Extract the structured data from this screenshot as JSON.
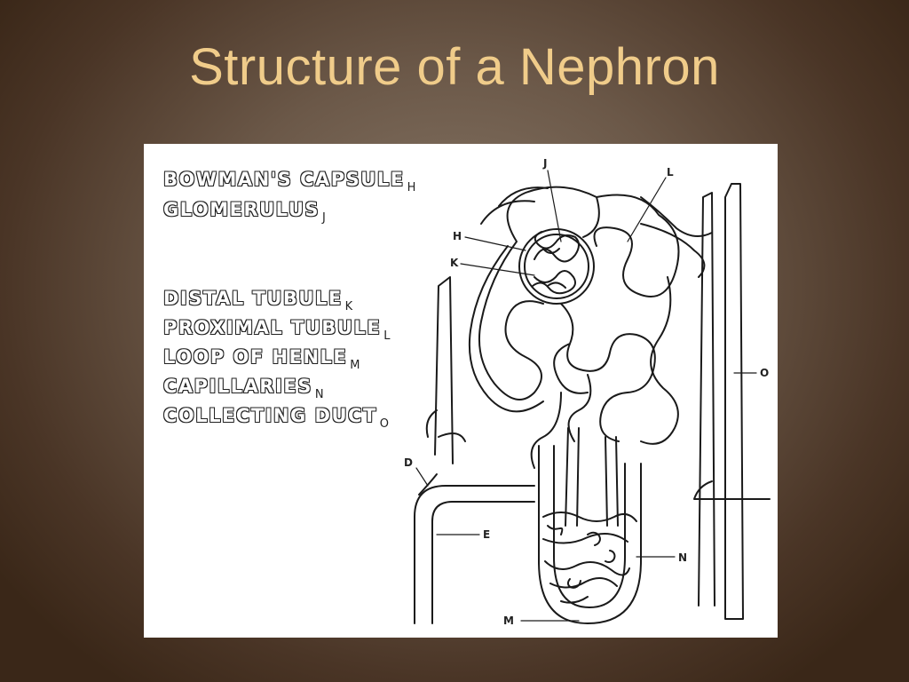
{
  "title": "Structure of a Nephron",
  "legend": [
    {
      "name": "BOWMAN'S CAPSULE",
      "letter": "H"
    },
    {
      "name": "GLOMERULUS",
      "letter": "J"
    },
    {
      "name": "DISTAL TUBULE",
      "letter": "K"
    },
    {
      "name": "PROXIMAL TUBULE",
      "letter": "L"
    },
    {
      "name": "LOOP OF HENLE",
      "letter": "M"
    },
    {
      "name": "CAPILLARIES",
      "letter": "N"
    },
    {
      "name": "COLLECTING DUCT",
      "letter": "O"
    }
  ],
  "diagram_labels": {
    "j": "J",
    "l": "L",
    "h": "H",
    "k": "K",
    "o": "O",
    "d": "D",
    "e": "E",
    "n": "N",
    "m": "M"
  }
}
